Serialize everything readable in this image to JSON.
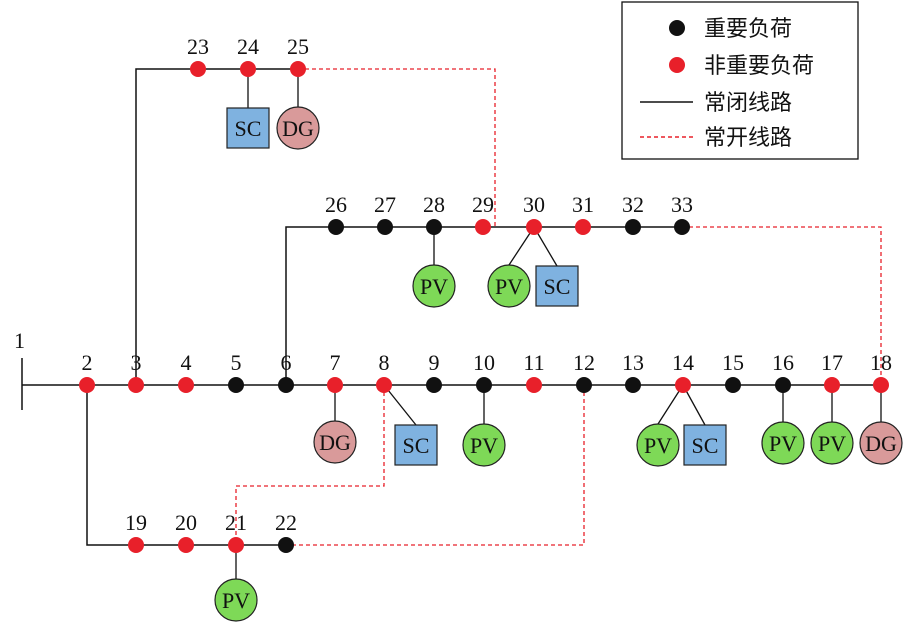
{
  "colors": {
    "important_load": "#111111",
    "non_important_load": "#e8202a",
    "closed_line": "#111111",
    "open_line": "#e8202a",
    "sc_fill": "#7fb2e0",
    "dg_fill": "#d99a9a",
    "pv_fill": "#7ed957"
  },
  "legend": {
    "important_load": "重要负荷",
    "non_important_load": "非重要负荷",
    "closed_line": "常闭线路",
    "open_line": "常开线路"
  },
  "source_label": "1",
  "nodes": [
    {
      "id": "2",
      "type": "non-important"
    },
    {
      "id": "3",
      "type": "non-important"
    },
    {
      "id": "4",
      "type": "non-important"
    },
    {
      "id": "5",
      "type": "important"
    },
    {
      "id": "6",
      "type": "important"
    },
    {
      "id": "7",
      "type": "non-important"
    },
    {
      "id": "8",
      "type": "non-important"
    },
    {
      "id": "9",
      "type": "important"
    },
    {
      "id": "10",
      "type": "important"
    },
    {
      "id": "11",
      "type": "non-important"
    },
    {
      "id": "12",
      "type": "important"
    },
    {
      "id": "13",
      "type": "important"
    },
    {
      "id": "14",
      "type": "non-important"
    },
    {
      "id": "15",
      "type": "important"
    },
    {
      "id": "16",
      "type": "important"
    },
    {
      "id": "17",
      "type": "non-important"
    },
    {
      "id": "18",
      "type": "non-important"
    },
    {
      "id": "19",
      "type": "non-important"
    },
    {
      "id": "20",
      "type": "non-important"
    },
    {
      "id": "21",
      "type": "non-important"
    },
    {
      "id": "22",
      "type": "important"
    },
    {
      "id": "23",
      "type": "non-important"
    },
    {
      "id": "24",
      "type": "non-important"
    },
    {
      "id": "25",
      "type": "non-important"
    },
    {
      "id": "26",
      "type": "important"
    },
    {
      "id": "27",
      "type": "important"
    },
    {
      "id": "28",
      "type": "important"
    },
    {
      "id": "29",
      "type": "non-important"
    },
    {
      "id": "30",
      "type": "non-important"
    },
    {
      "id": "31",
      "type": "non-important"
    },
    {
      "id": "32",
      "type": "important"
    },
    {
      "id": "33",
      "type": "important"
    }
  ],
  "devices": [
    {
      "node": "24",
      "kind": "SC"
    },
    {
      "node": "25",
      "kind": "DG"
    },
    {
      "node": "28",
      "kind": "PV"
    },
    {
      "node": "30",
      "kind": "PV"
    },
    {
      "node": "30",
      "kind": "SC"
    },
    {
      "node": "7",
      "kind": "DG"
    },
    {
      "node": "8",
      "kind": "SC"
    },
    {
      "node": "10",
      "kind": "PV"
    },
    {
      "node": "14",
      "kind": "PV"
    },
    {
      "node": "14",
      "kind": "SC"
    },
    {
      "node": "16",
      "kind": "PV"
    },
    {
      "node": "17",
      "kind": "PV"
    },
    {
      "node": "18",
      "kind": "DG"
    },
    {
      "node": "21",
      "kind": "PV"
    }
  ],
  "tie_lines": [
    {
      "from": "25",
      "to": "29"
    },
    {
      "from": "33",
      "to": "18"
    },
    {
      "from": "8",
      "to": "21"
    },
    {
      "from": "12",
      "to": "22"
    }
  ]
}
